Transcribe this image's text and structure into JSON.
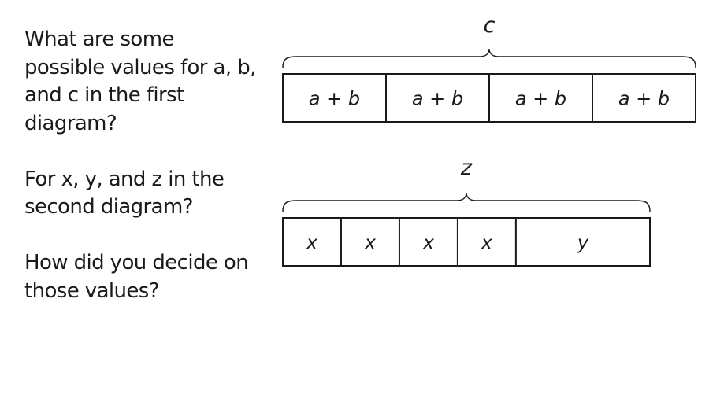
{
  "questions": [
    {
      "lines": [
        "What are some",
        "possible values for a, b,",
        "and c in the first",
        "diagram?"
      ]
    },
    {
      "lines": [
        "For x, y, and z in the",
        "second diagram?"
      ]
    },
    {
      "lines": [
        "How did you decide on",
        "those values?"
      ]
    }
  ],
  "diagram_1": {
    "total_label": "c",
    "segments": [
      {
        "label": "a + b",
        "units": 1
      },
      {
        "label": "a + b",
        "units": 1
      },
      {
        "label": "a + b",
        "units": 1
      },
      {
        "label": "a + b",
        "units": 1
      }
    ]
  },
  "diagram_2": {
    "total_label": "z",
    "segments": [
      {
        "label": "x",
        "units": 1
      },
      {
        "label": "x",
        "units": 1
      },
      {
        "label": "x",
        "units": 1
      },
      {
        "label": "x",
        "units": 1
      },
      {
        "label": "y",
        "units": 2.3
      }
    ]
  }
}
